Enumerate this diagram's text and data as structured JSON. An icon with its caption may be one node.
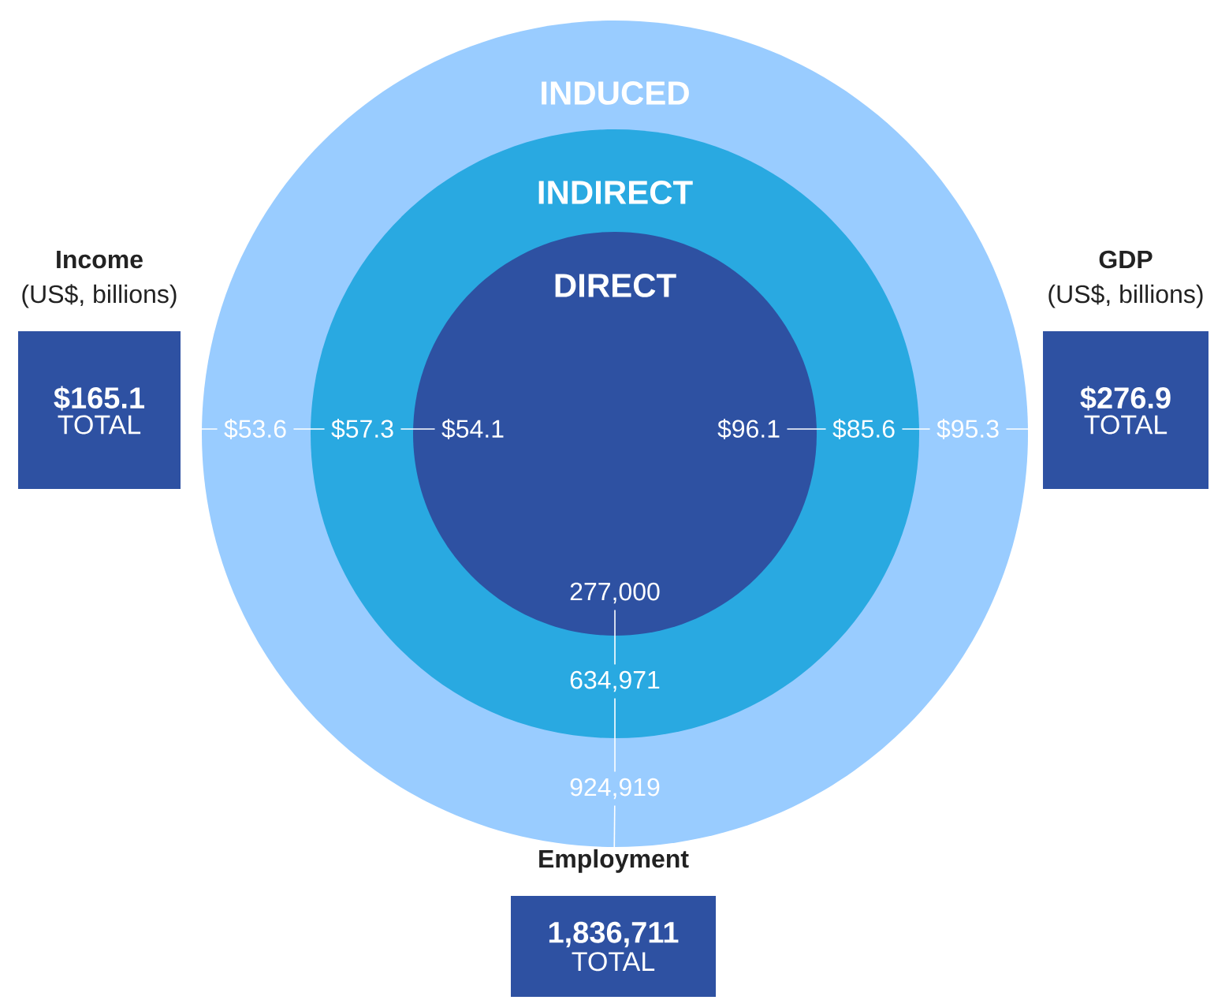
{
  "diagram": {
    "nodes": [
      {
        "text": [
          "INDUCED"
        ]
      },
      {
        "text": [
          "INDIRECT"
        ],
        "in": 0
      },
      {
        "text": [
          "DIRECT"
        ],
        "in": 1
      },
      {
        "text": [
          "$54.1"
        ],
        "in": 2
      },
      {
        "text": [
          "$57.3"
        ],
        "in": 1
      },
      {
        "text": [
          "$53.6"
        ],
        "in": 0
      },
      {
        "text": [
          "$96.1"
        ],
        "in": 2
      },
      {
        "text": [
          "$85.6"
        ],
        "in": 1
      },
      {
        "text": [
          "$95.3"
        ],
        "in": 0
      },
      {
        "text": [
          "277,000"
        ],
        "in": 2
      },
      {
        "text": [
          "634,971"
        ],
        "in": 1
      },
      {
        "text": [
          "924,919"
        ],
        "in": 0
      },
      {
        "text": [
          "$165.1",
          "TOTAL"
        ],
        "beside": [
          "Income",
          "(US$, billions)"
        ]
      },
      {
        "text": [
          "$276.9",
          "TOTAL"
        ],
        "beside": [
          "GDP",
          "(US$, billions)"
        ]
      },
      {
        "text": [
          "1,836,711",
          "TOTAL"
        ],
        "beside": [
          "Employment"
        ]
      }
    ],
    "edges": [
      {
        "from": 3,
        "to": 4,
        "arrow": "none"
      },
      {
        "from": 4,
        "to": 5,
        "arrow": "none"
      },
      {
        "from": 5,
        "to": 12,
        "arrow": "none"
      },
      {
        "from": 6,
        "to": 7,
        "arrow": "none"
      },
      {
        "from": 7,
        "to": 8,
        "arrow": "none"
      },
      {
        "from": 8,
        "to": 13,
        "arrow": "none"
      },
      {
        "from": 9,
        "to": 10,
        "arrow": "none"
      },
      {
        "from": 10,
        "to": 11,
        "arrow": "none"
      },
      {
        "from": 11,
        "to": 14,
        "arrow": "none"
      }
    ]
  }
}
